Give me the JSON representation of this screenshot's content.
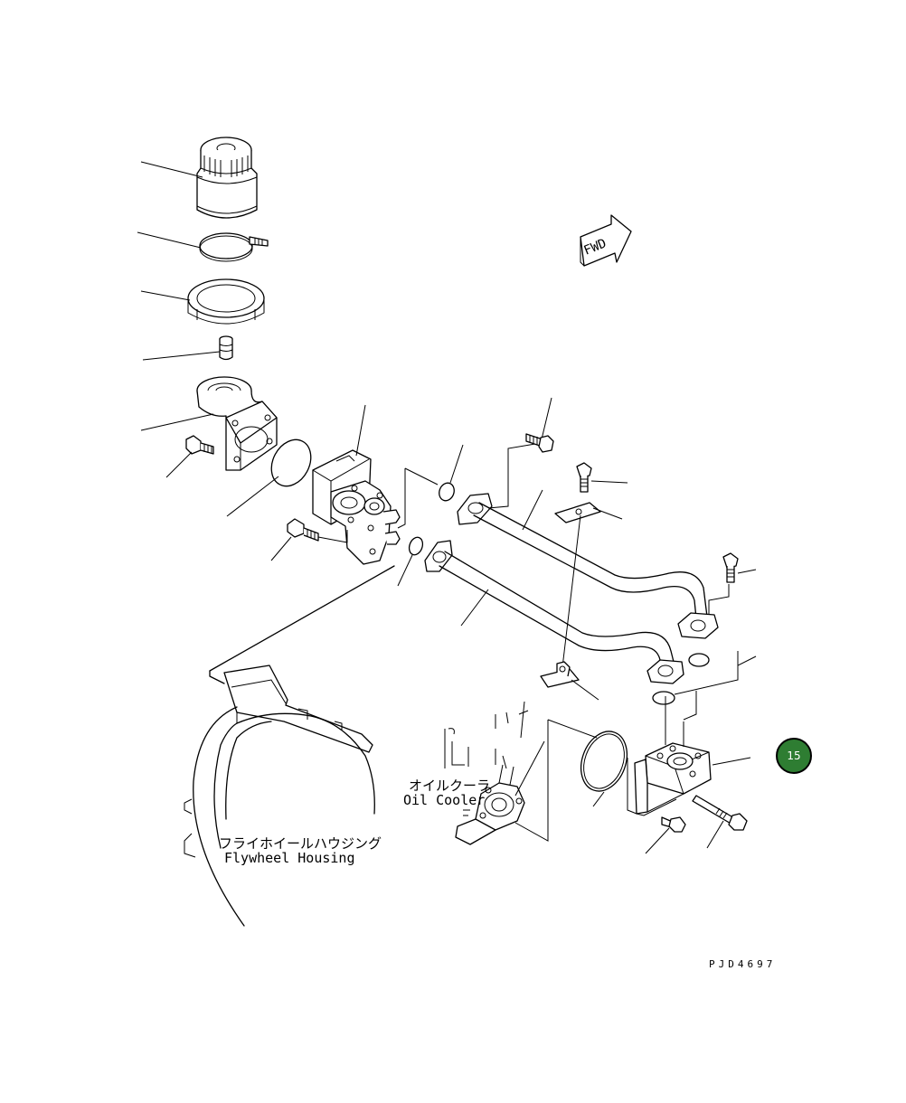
{
  "labels": {
    "oil_cooler_jp": "オイルクーラ",
    "oil_cooler_en": "Oil Cooler",
    "flywheel_jp": "フライホイールハウジング",
    "flywheel_en": "Flywheel Housing",
    "fwd": "FWD",
    "drawing_code": "PJD4697"
  },
  "callout_badge": {
    "number": "15",
    "color": "#2e7d32"
  }
}
